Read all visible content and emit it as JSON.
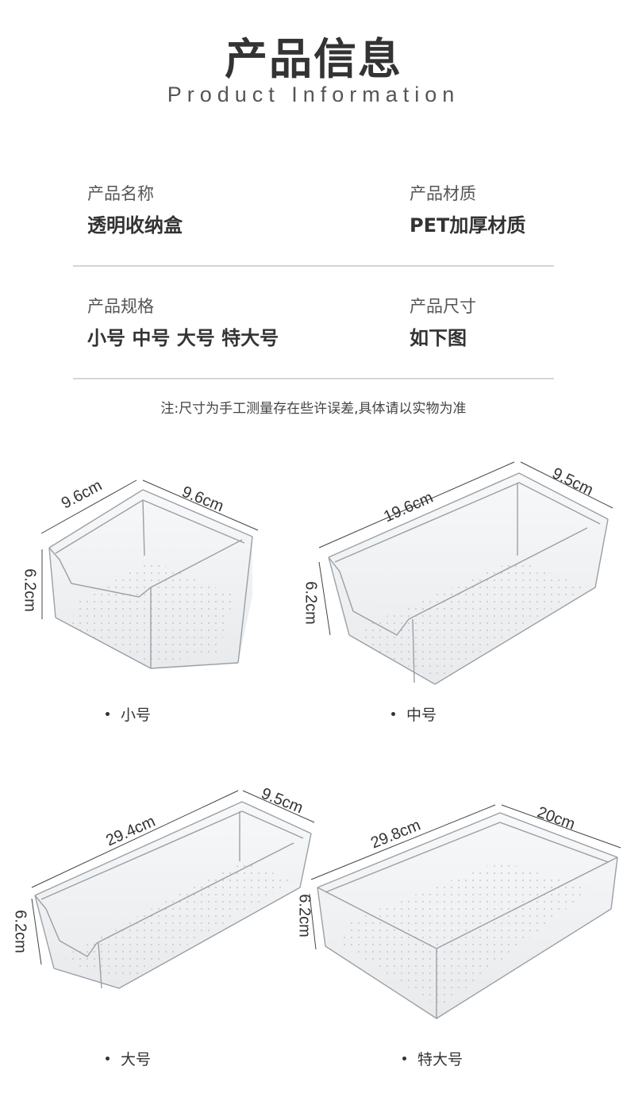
{
  "header": {
    "title": "产品信息",
    "subtitle": "Product Information"
  },
  "info": {
    "name_label": "产品名称",
    "name_value": "透明收纳盒",
    "material_label": "产品材质",
    "material_value": "PET加厚材质",
    "spec_label": "产品规格",
    "spec_value": "小号 中号 大号 特大号",
    "size_label": "产品尺寸",
    "size_value": "如下图"
  },
  "note": "注:尺寸为手工测量存在些许误差,具体请以实物为准",
  "products": [
    {
      "caption": "小号",
      "dimensions": {
        "front": "9.6cm",
        "side": "9.6cm",
        "height": "6.2cm"
      }
    },
    {
      "caption": "中号",
      "dimensions": {
        "front": "19.6cm",
        "side": "9.5cm",
        "height": "6.2cm"
      }
    },
    {
      "caption": "大号",
      "dimensions": {
        "front": "29.4cm",
        "side": "9.5cm",
        "height": "6.2cm"
      }
    },
    {
      "caption": "特大号",
      "dimensions": {
        "front": "29.8cm",
        "side": "20cm",
        "height": "6.2cm"
      }
    }
  ],
  "colors": {
    "text": "#333333",
    "divider": "#d6d6d6",
    "box_edge": "#9aa0a6"
  }
}
